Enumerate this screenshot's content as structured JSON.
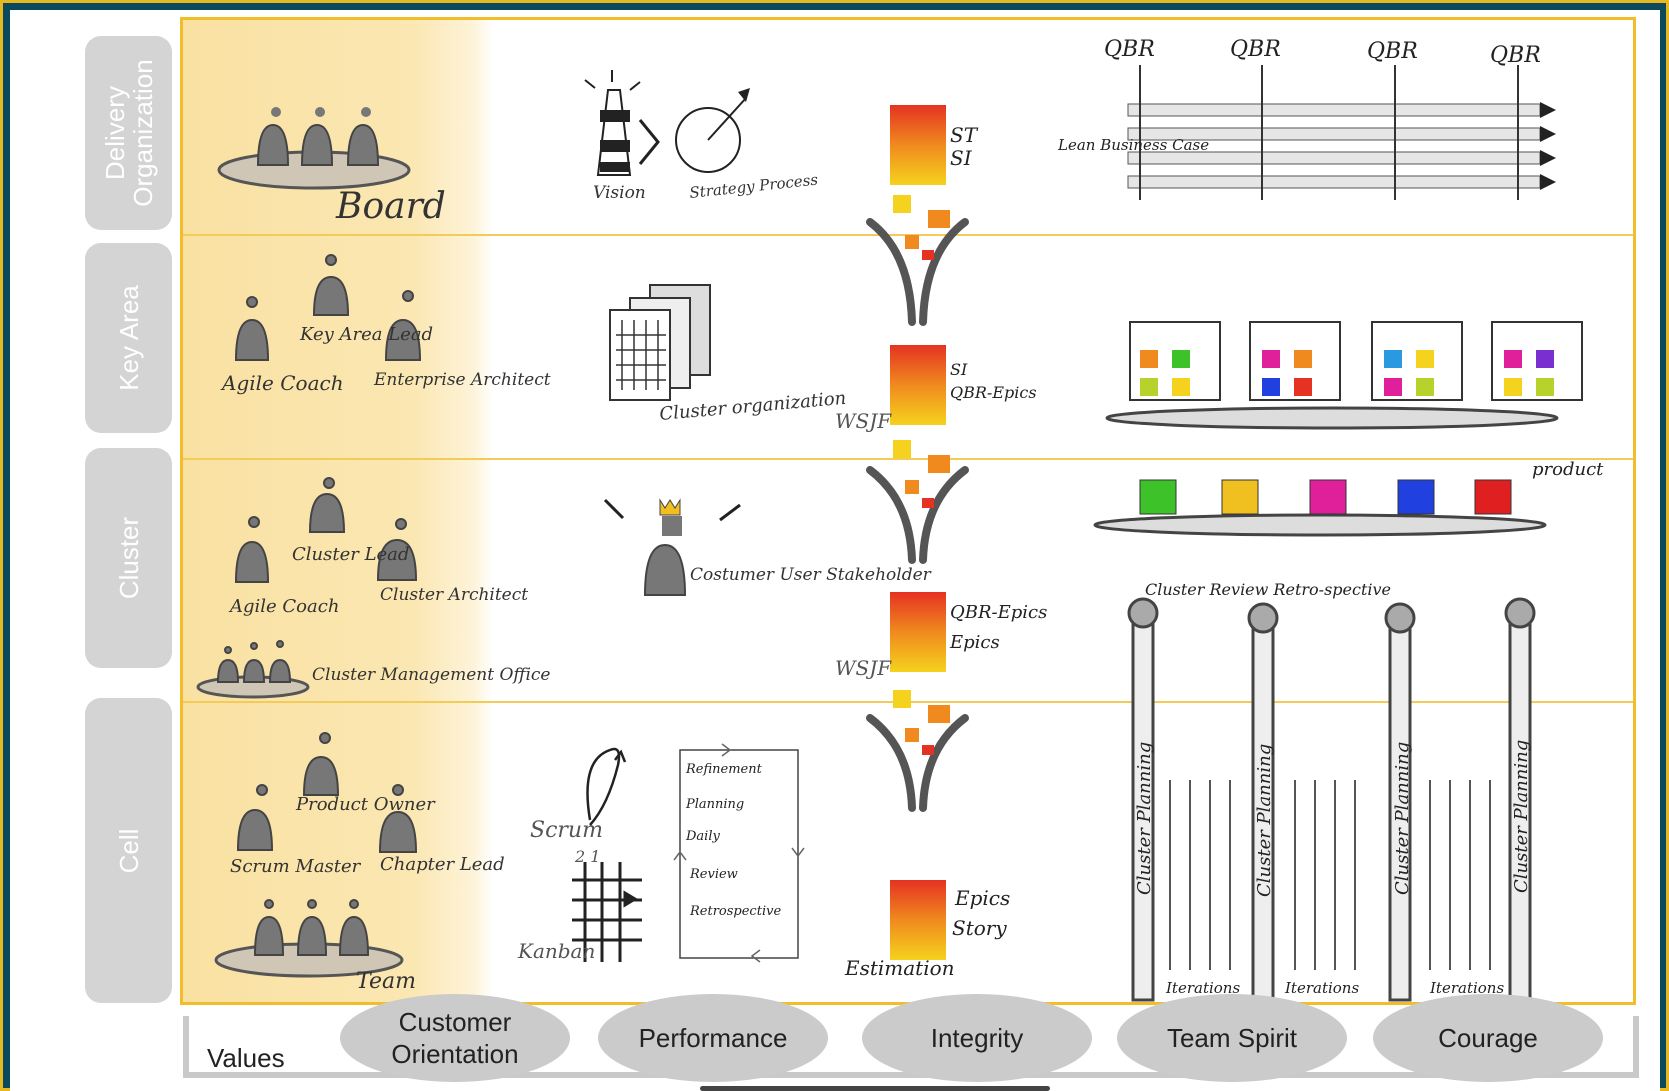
{
  "layers": [
    {
      "label": "Delivery\nOrganization"
    },
    {
      "label": "Key Area"
    },
    {
      "label": "Cluster"
    },
    {
      "label": "Cell"
    }
  ],
  "roles": {
    "board": "Board",
    "agile_coach": "Agile Coach",
    "key_area_lead": "Key Area Lead",
    "enterprise_architect": "Enterprise Architect",
    "cluster_agile_coach": "Agile Coach",
    "cluster_lead": "Cluster Lead",
    "cluster_architect": "Cluster Architect",
    "cluster_management_office": "Cluster Management Office",
    "product_owner": "Product Owner",
    "scrum_master": "Scrum Master",
    "chapter_lead": "Chapter Lead",
    "team": "Team"
  },
  "process": {
    "vision": "Vision",
    "strategy_process": "Strategy Process",
    "cluster_organization": "Cluster organization",
    "customer_user_stakeholder": "Costumer User Stakeholder",
    "scrum": "Scrum",
    "kanban": "Kanban",
    "kanban_numbers": "2 1",
    "ceremonies": [
      "Refinement",
      "Planning",
      "Daily",
      "Review",
      "Retrospective"
    ]
  },
  "backlog": {
    "delivery": [
      "ST",
      "SI"
    ],
    "key_area": [
      "SI",
      "QBR-Epics"
    ],
    "cluster": [
      "QBR-Epics",
      "Epics"
    ],
    "cell": [
      "Epics",
      "Story"
    ],
    "wsjf_1": "WSJF",
    "wsjf_2": "WSJF",
    "estimation": "Estimation"
  },
  "planning": {
    "qbr_labels": [
      "QBR",
      "QBR",
      "QBR",
      "QBR"
    ],
    "lean_business_case": "Lean Business Case",
    "product": "product",
    "cluster_review": "Cluster Review Retro-spective",
    "cluster_planning": [
      "Cluster Planning",
      "Cluster Planning",
      "Cluster Planning",
      "Cluster Planning"
    ],
    "iterations": [
      "Iterations",
      "Iterations",
      "Iterations"
    ]
  },
  "values": {
    "label": "Values",
    "items": [
      "Customer\nOrientation",
      "Performance",
      "Integrity",
      "Team Spirit",
      "Courage"
    ]
  },
  "colors": {
    "frame": "#e8b820",
    "background": "#0b4a5c",
    "highlight": "#f9e1a2",
    "tab": "#d4d4d4",
    "backlog_red": "#e53222",
    "backlog_yellow": "#f5d21e",
    "gift_colors": [
      "#3ec22a",
      "#f0c020",
      "#e0209a",
      "#2040e0",
      "#e02020"
    ]
  }
}
